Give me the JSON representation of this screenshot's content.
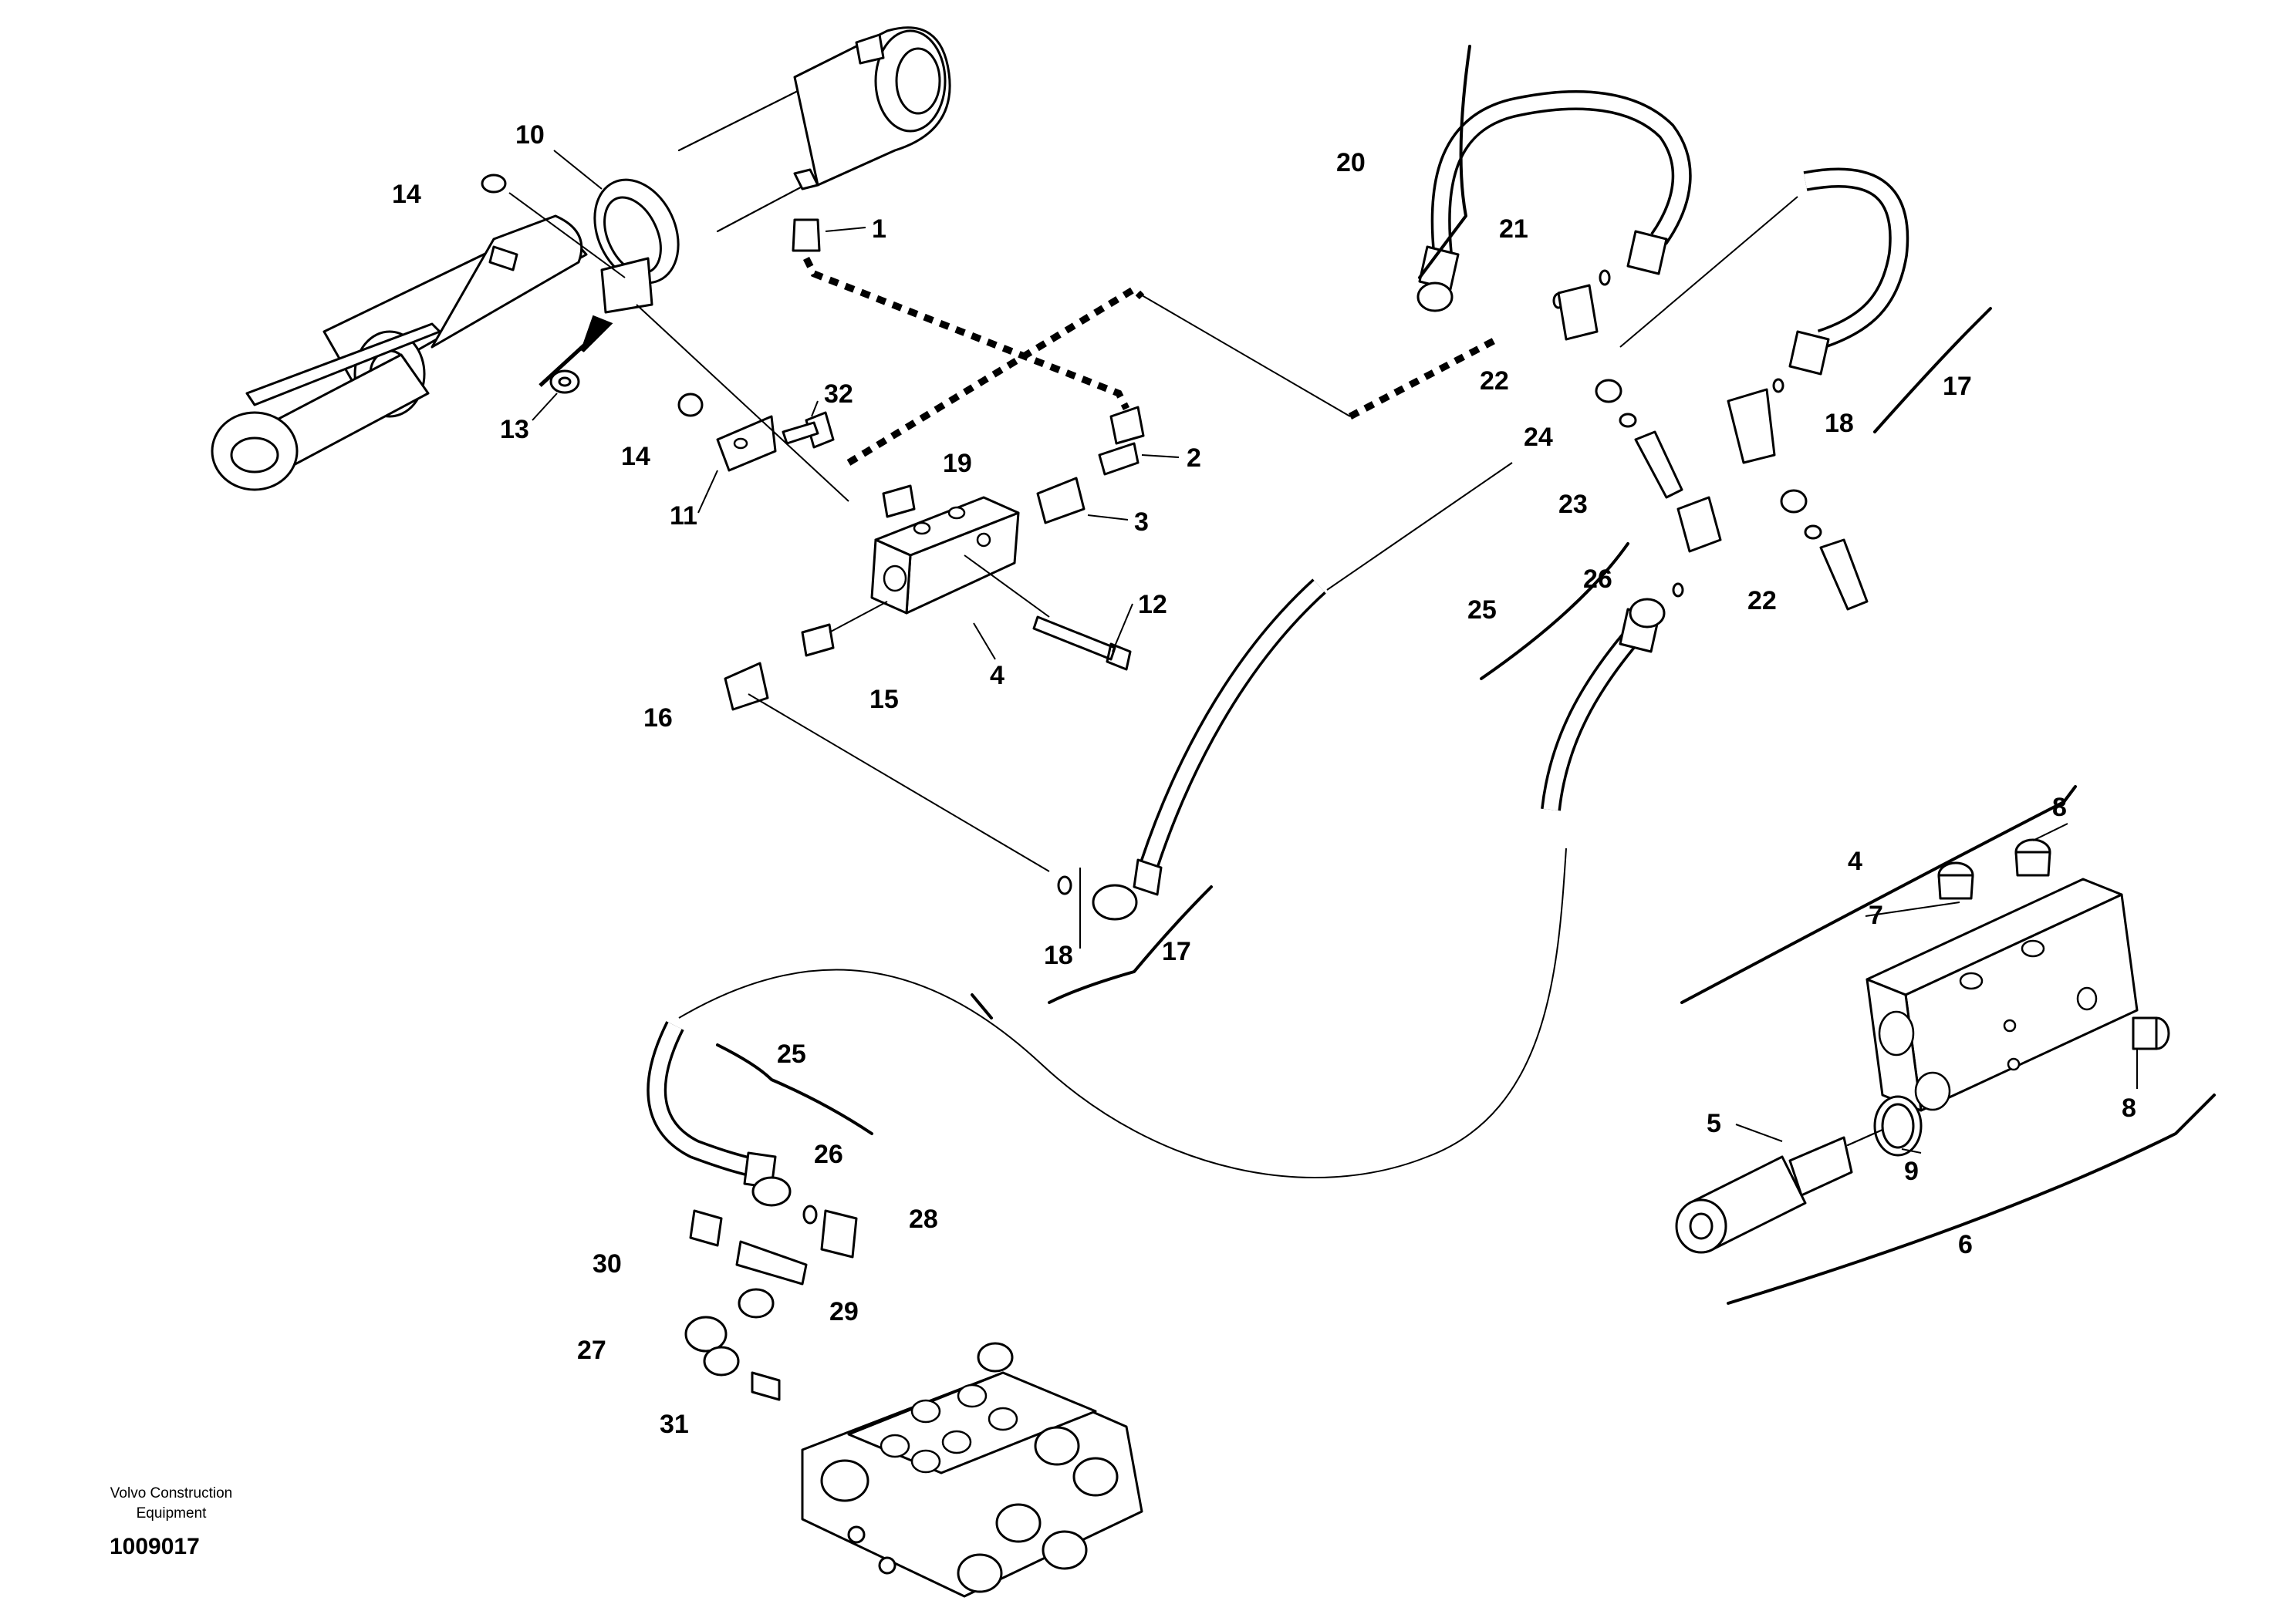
{
  "diagram": {
    "callouts": [
      "1",
      "2",
      "3",
      "4",
      "4",
      "5",
      "6",
      "7",
      "8",
      "8",
      "9",
      "10",
      "11",
      "12",
      "13",
      "14",
      "14",
      "15",
      "16",
      "17",
      "17",
      "18",
      "18",
      "19",
      "20",
      "21",
      "22",
      "22",
      "23",
      "24",
      "25",
      "25",
      "26",
      "26",
      "27",
      "28",
      "29",
      "30",
      "31",
      "32"
    ]
  },
  "footer": {
    "company_line1": "Volvo Construction",
    "company_line2": "Equipment",
    "drawing_number": "1009017"
  }
}
